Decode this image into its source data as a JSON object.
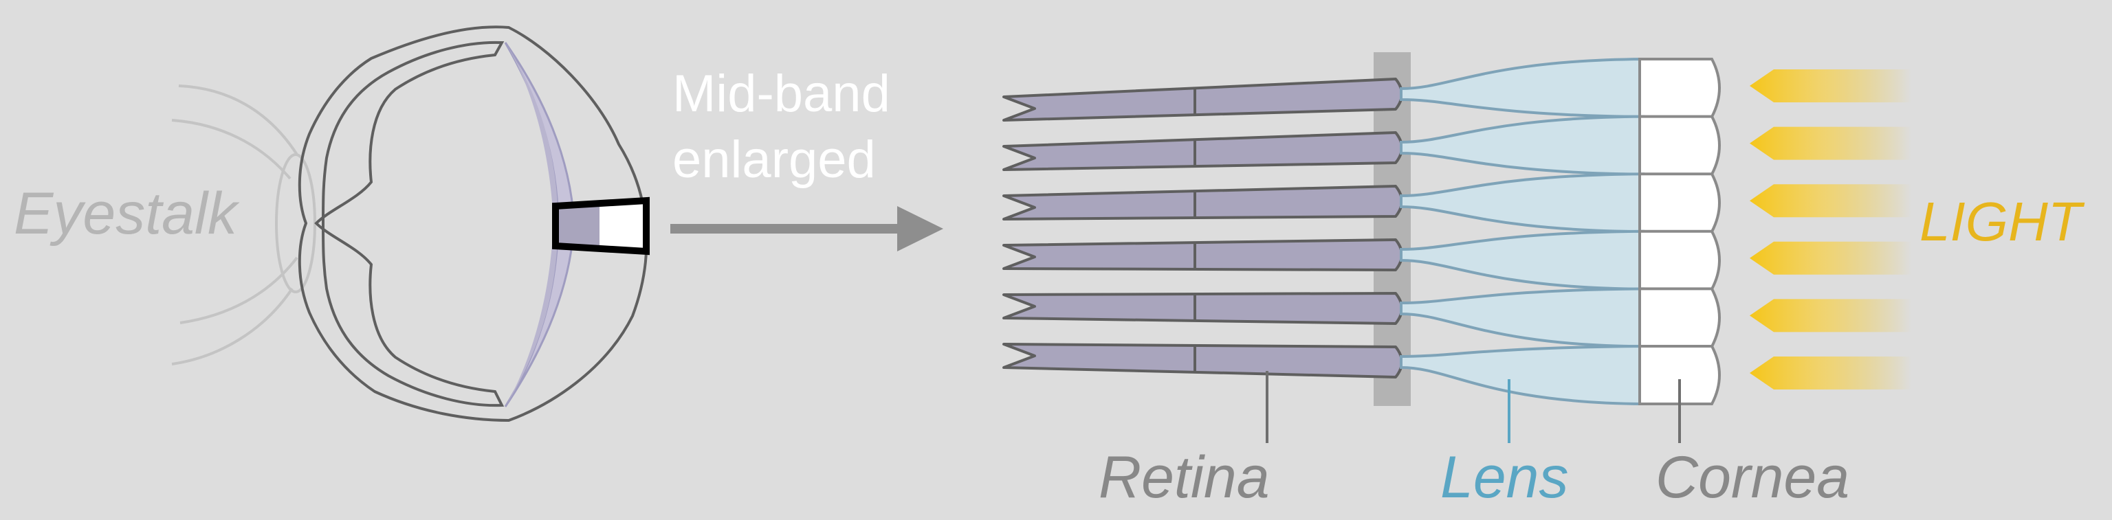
{
  "labels": {
    "eyestalk": "Eyestalk",
    "caption_line1": "Mid-band",
    "caption_line2": "enlarged",
    "light": "LIGHT",
    "retina": "Retina",
    "lens": "Lens",
    "cornea": "Cornea"
  },
  "colors": {
    "background": "#dddddd",
    "outline": "#5f5f5f",
    "eyestalk": "#b5b5b5",
    "caption": "#ffffff",
    "arrow": "#8e8e8e",
    "retina_fill": "#a9a5bd",
    "lens_fill": "#cfe2ea",
    "lens_label": "#5aa6c4",
    "cornea_fill": "#ffffff",
    "light": "#f5c61a",
    "light_label": "#e7b51d",
    "text_gray": "#888888",
    "separator": "#b3b3b3"
  },
  "ommatidia_count": 6
}
